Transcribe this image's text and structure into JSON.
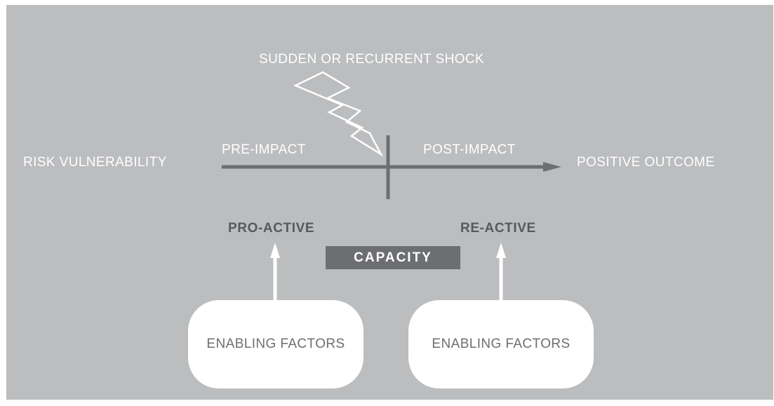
{
  "diagram": {
    "shock_label": "SUDDEN OR RECURRENT SHOCK",
    "left_label": "RISK VULNERABILITY",
    "right_label": "POSITIVE OUTCOME",
    "pre_impact_label": "PRE-IMPACT",
    "post_impact_label": "POST-IMPACT",
    "proactive_label": "PRO-ACTIVE",
    "reactive_label": "RE-ACTIVE",
    "capacity_label": "CAPACITY",
    "enabling_left_label": "ENABLING FACTORS",
    "enabling_right_label": "ENABLING FACTORS"
  },
  "colors": {
    "background": "#bcbdbf",
    "line": "#6d6e71",
    "text_light": "#ffffff",
    "text_dark": "#58595b"
  }
}
